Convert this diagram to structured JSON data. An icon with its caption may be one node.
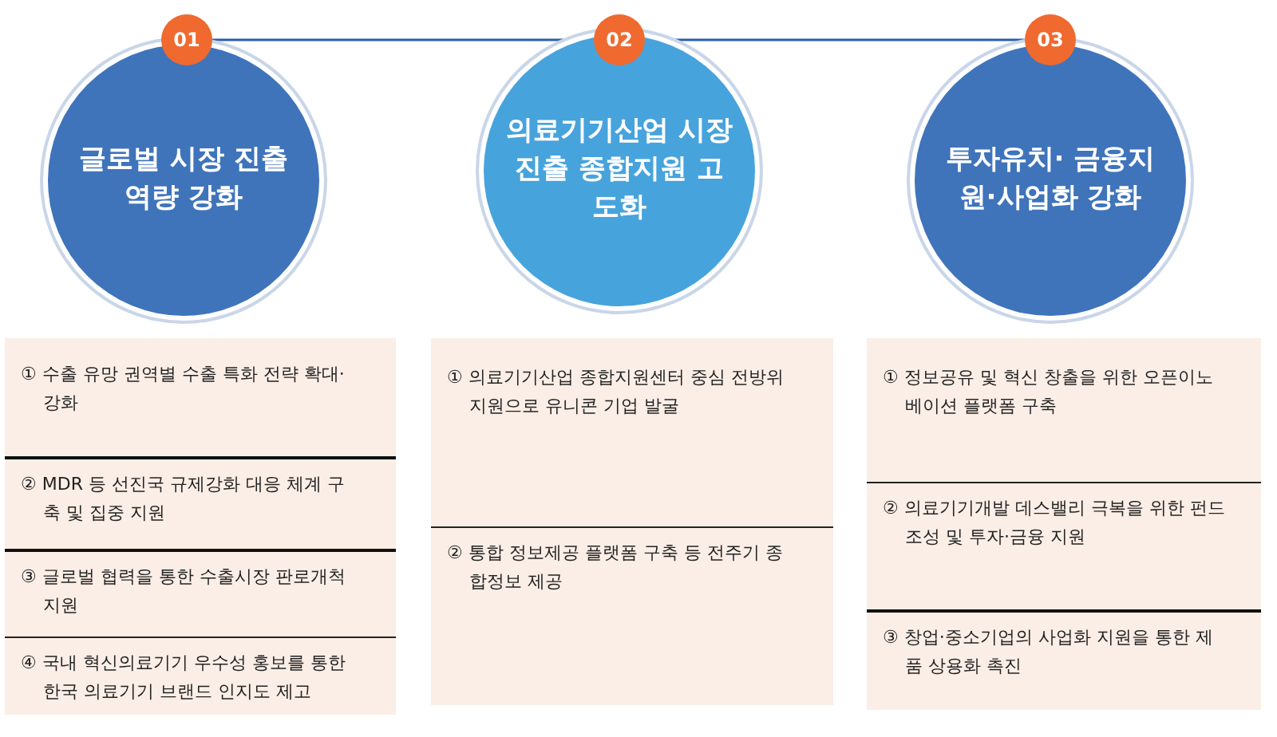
{
  "diagram": {
    "nodes": [
      {
        "text": [
          "01"
        ]
      },
      {
        "text": [
          "글로벌 시장 진출 역량 강화"
        ]
      },
      {
        "text": [
          "02"
        ]
      },
      {
        "text": [
          "의료기기산업 시장진출 종합지원 고도화"
        ]
      },
      {
        "text": [
          "03"
        ]
      },
      {
        "text": [
          "투자유치· 금융지원·사업화 강화"
        ]
      },
      {
        "text": [],
        "shape": "box"
      },
      {
        "text": [
          "① 수출 유망 권역별 수출 특화 전략 확대·강화"
        ],
        "in": 6
      },
      {
        "text": [
          "② MDR 등 선진국 규제강화 대응 체계 구축 및 집중 지원"
        ],
        "in": 6
      },
      {
        "text": [
          "③ 글로벌 협력을 통한 수출시장 판로개척 지원"
        ],
        "in": 6
      },
      {
        "text": [
          "④ 국내 혁신의료기기 우수성 홍보를 통한 한국 의료기기 브랜드 인지도 제고"
        ],
        "in": 6
      },
      {
        "text": [],
        "shape": "box"
      },
      {
        "text": [
          "① 의료기기산업 종합지원센터 중심 전방위 지원으로 유니콘 기업 발굴"
        ],
        "in": 11
      },
      {
        "text": [
          "② 통합 정보제공 플랫폼 구축 등 전주기 종합정보 제공"
        ],
        "in": 11
      },
      {
        "text": [],
        "shape": "box"
      },
      {
        "text": [
          "① 정보공유 및 혁신 창출을 위한 오픈이노베이션 플랫폼 구축"
        ],
        "in": 14
      },
      {
        "text": [
          "② 의료기기개발 데스밸리 극복을 위한 펀드 조성 및 투자·금융 지원"
        ],
        "in": 14
      },
      {
        "text": [
          "③ 창업·중소기업의 사업화 지원을 통한 제품 상용화 촉진"
        ],
        "in": 14
      }
    ],
    "edges": [
      {
        "from": 0,
        "to": 2,
        "arrow": "none"
      },
      {
        "from": 2,
        "to": 4,
        "arrow": "none"
      }
    ]
  }
}
